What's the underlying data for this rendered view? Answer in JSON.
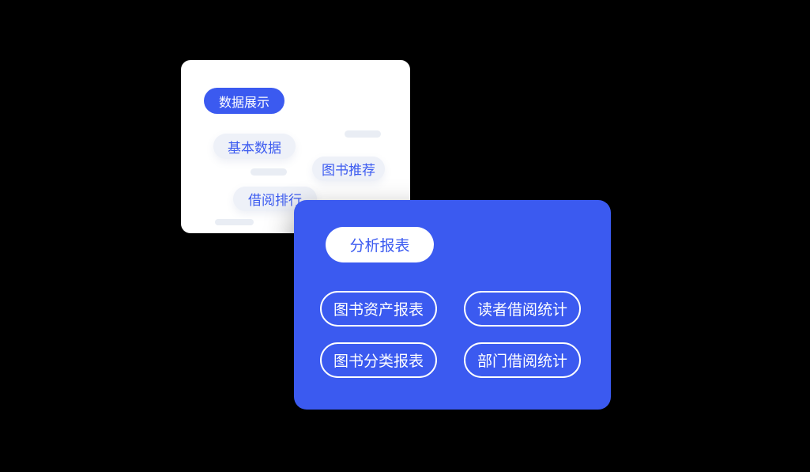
{
  "colors": {
    "background": "#000000",
    "primary_blue": "#3B5AF0",
    "card_white": "#FFFFFF",
    "light_pill_bg": "#EEF1F8",
    "light_pill_text": "#3D5CF0",
    "dash": "#E9EDF4",
    "outline_pill_border": "#FFFFFF",
    "outline_pill_text": "#FFFFFF"
  },
  "data_panel": {
    "title": "数据展示",
    "items": [
      {
        "label": "基本数据"
      },
      {
        "label": "图书推荐"
      },
      {
        "label": "借阅排行"
      }
    ]
  },
  "report_panel": {
    "title": "分析报表",
    "items": [
      {
        "label": "图书资产报表"
      },
      {
        "label": "读者借阅统计"
      },
      {
        "label": "图书分类报表"
      },
      {
        "label": "部门借阅统计"
      }
    ]
  }
}
